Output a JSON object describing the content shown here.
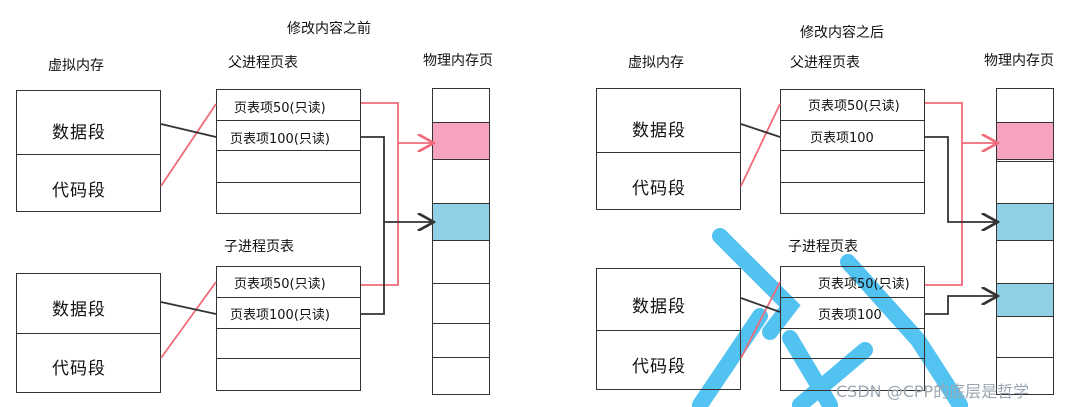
{
  "left": {
    "title": "修改内容之前",
    "virtual_memory": "虚拟内存",
    "parent_table": "父进程页表",
    "physical_pages": "物理内存页",
    "child_table": "子进程页表",
    "data_segment": "数据段",
    "code_segment": "代码段",
    "parent_entries": [
      "页表项50(只读)",
      "页表项100(只读)"
    ],
    "child_entries": [
      "页表项50(只读)",
      "页表项100(只读)"
    ]
  },
  "right": {
    "title": "修改内容之后",
    "virtual_memory": "虚拟内存",
    "parent_table": "父进程页表",
    "physical_pages": "物理内存页",
    "child_table": "子进程页表",
    "data_segment": "数据段",
    "code_segment": "代码段",
    "parent_entries": [
      "页表项50(只读)",
      "页表项100"
    ],
    "child_entries": [
      "页表项50(只读)",
      "页表项100"
    ]
  },
  "watermark": "CSDN @CPP的底层是哲学",
  "colors": {
    "shared_page_pink": "#f7a3c0",
    "data_page_blue": "#8fd0e6",
    "pink_wire": "#f06b7a",
    "dark_wire": "#333333",
    "watermark_stroke": "#35b8ee"
  }
}
